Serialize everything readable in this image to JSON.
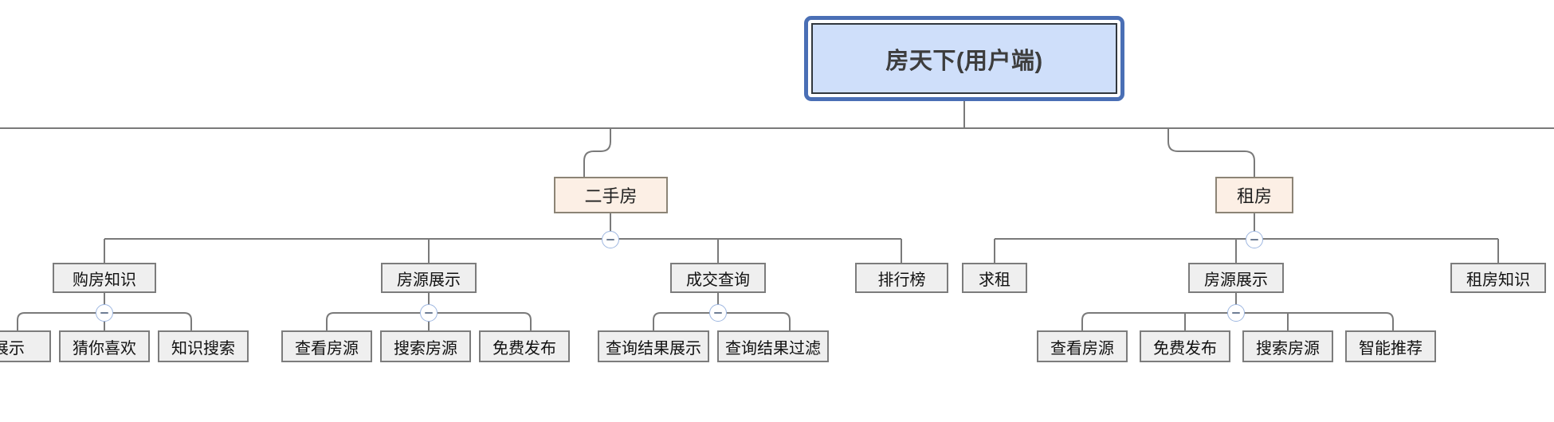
{
  "diagram": {
    "type": "mindmap-tree",
    "orientation": "top-down",
    "collapse_icon_label": "−",
    "colors": {
      "root_fill": "#cfdffa",
      "root_border": "#31373d",
      "root_selection_ring": "#4a6fb5",
      "level2_fill": "#fcefe5",
      "level2_border": "#8c8476",
      "leaf_fill": "#efefef",
      "leaf_border": "#7c7c7c",
      "edge_line": "#7a7a7a",
      "toggle_border": "#9db6e0",
      "canvas": "#ffffff"
    }
  },
  "root": {
    "label": "房天下(用户端)"
  },
  "branches": [
    {
      "label": "二手房",
      "collapsed": false,
      "children": [
        {
          "label": "购房知识",
          "collapsed": false,
          "children": [
            {
              "label": "展示"
            },
            {
              "label": "猜你喜欢"
            },
            {
              "label": "知识搜索"
            }
          ]
        },
        {
          "label": "房源展示",
          "collapsed": false,
          "children": [
            {
              "label": "查看房源"
            },
            {
              "label": "搜索房源"
            },
            {
              "label": "免费发布"
            }
          ]
        },
        {
          "label": "成交查询",
          "collapsed": false,
          "children": [
            {
              "label": "查询结果展示"
            },
            {
              "label": "查询结果过滤"
            }
          ]
        },
        {
          "label": "排行榜",
          "children": []
        }
      ]
    },
    {
      "label": "租房",
      "collapsed": false,
      "children": [
        {
          "label": "求租",
          "children": []
        },
        {
          "label": "房源展示",
          "collapsed": false,
          "children": [
            {
              "label": "查看房源"
            },
            {
              "label": "免费发布"
            },
            {
              "label": "搜索房源"
            },
            {
              "label": "智能推荐"
            }
          ]
        },
        {
          "label": "租房知识",
          "children": []
        }
      ]
    }
  ]
}
